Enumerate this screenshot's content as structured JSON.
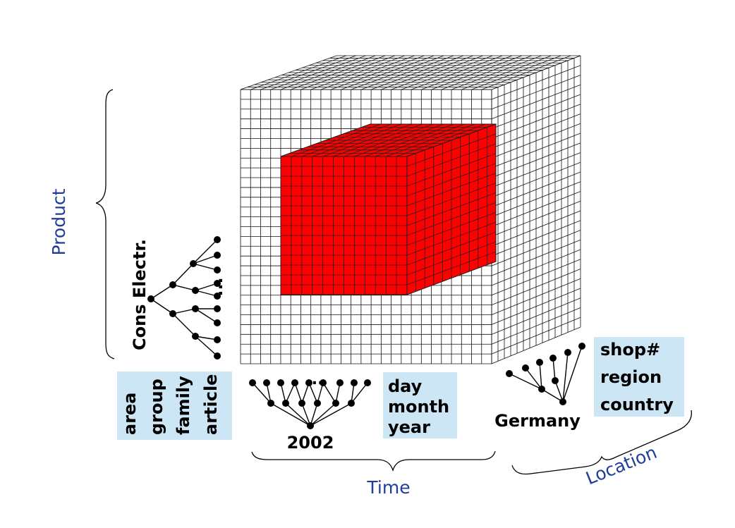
{
  "axes": {
    "product": {
      "name": "Product",
      "root": "Cons Electr.",
      "ellipsis": "...",
      "levels": [
        "area",
        "group",
        "family",
        "article"
      ]
    },
    "time": {
      "name": "Time",
      "root": "2002",
      "ellipsis": "...",
      "levels": [
        "day",
        "month",
        "year"
      ]
    },
    "location": {
      "name": "Location",
      "root": "Germany",
      "levels": [
        "shop#",
        "region",
        "country"
      ]
    }
  },
  "colors": {
    "subcube": "#ff0000",
    "grid": "#000000",
    "level_box": "#cde6f5",
    "axis_label": "#1f3d99"
  }
}
